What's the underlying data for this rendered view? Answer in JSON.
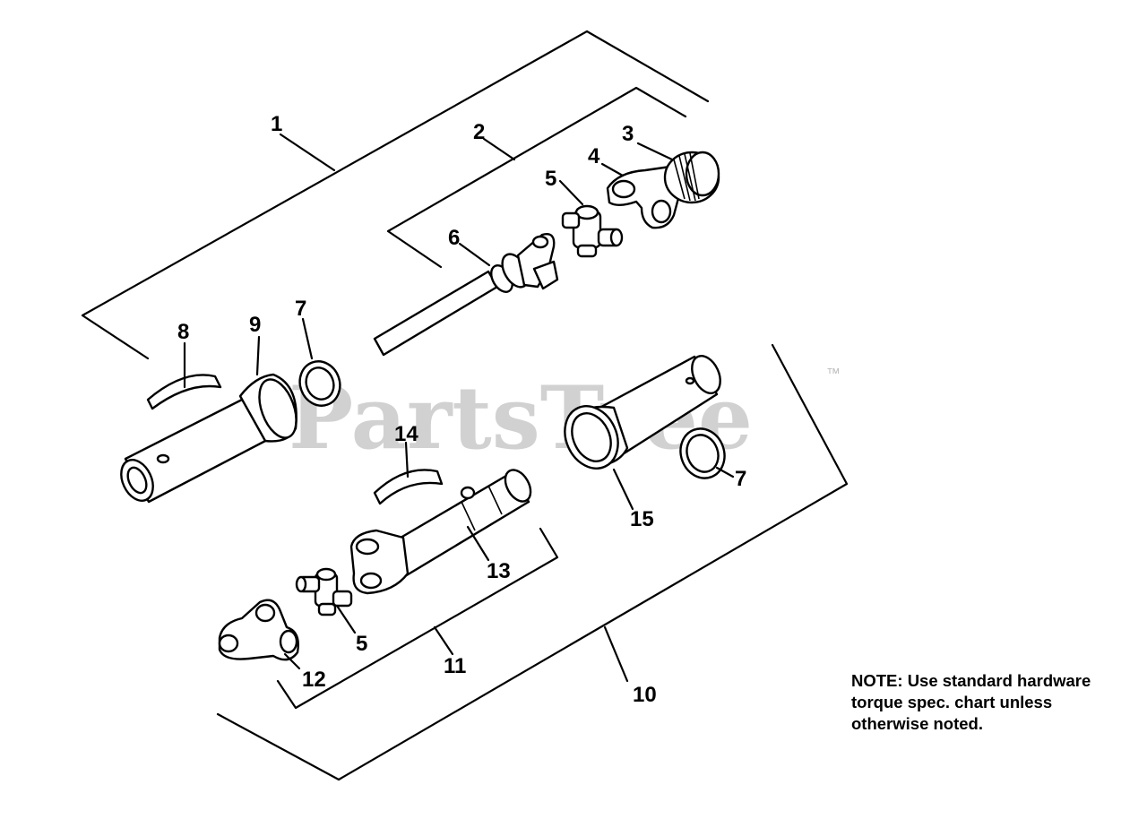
{
  "watermark": {
    "text": "PartsTree",
    "trademark": "™"
  },
  "callouts": {
    "c1": "1",
    "c2": "2",
    "c3": "3",
    "c4": "4",
    "c5a": "5",
    "c5b": "5",
    "c6": "6",
    "c7a": "7",
    "c7b": "7",
    "c8": "8",
    "c9": "9",
    "c10": "10",
    "c11": "11",
    "c12": "12",
    "c13": "13",
    "c14": "14",
    "c15": "15"
  },
  "note": {
    "line1": "NOTE: Use standard hardware",
    "line2": "torque spec. chart unless",
    "line3": "otherwise noted."
  }
}
